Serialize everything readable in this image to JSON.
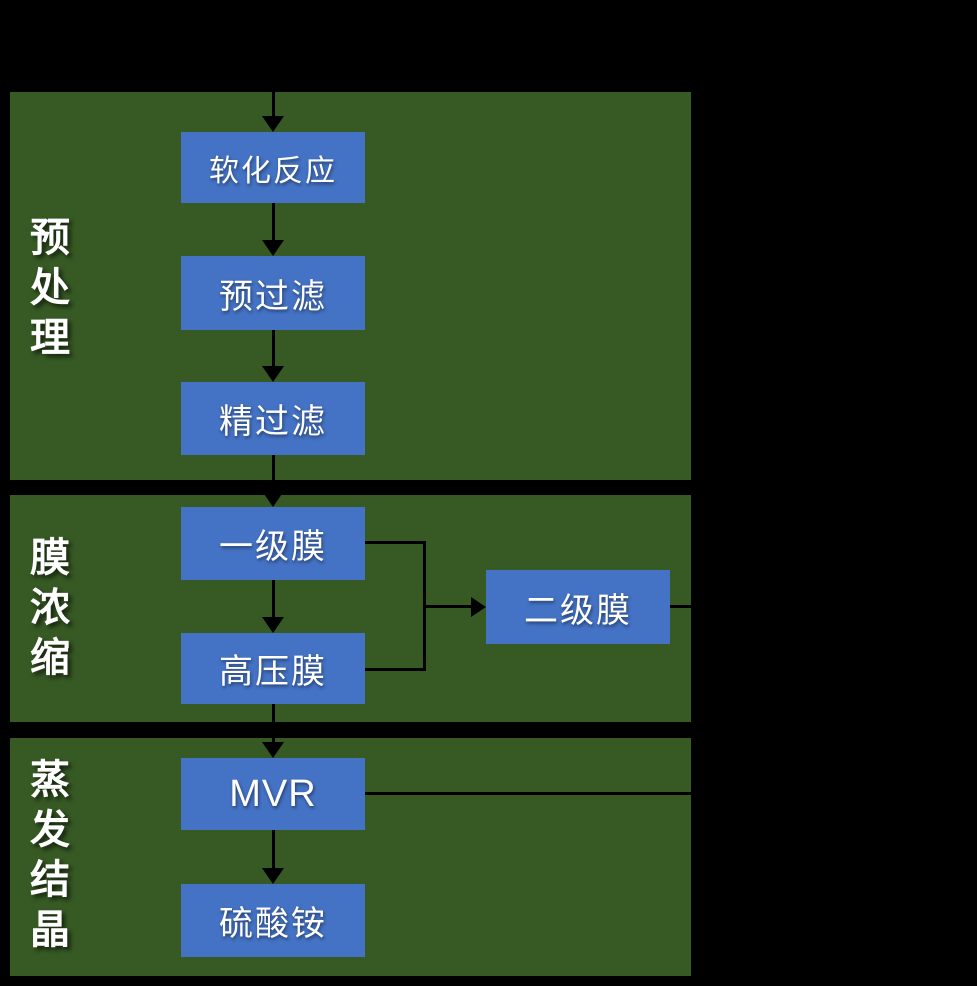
{
  "diagram": {
    "type": "flowchart",
    "colors": {
      "background": "#000000",
      "panel": "#375A24",
      "node": "#4472C4",
      "line": "#000000",
      "text": "#FFFFFF"
    },
    "sections": [
      {
        "label": "预处理",
        "nodes": [
          {
            "label": "软化反应"
          },
          {
            "label": "预过滤"
          },
          {
            "label": "精过滤"
          }
        ]
      },
      {
        "label": "膜浓缩",
        "nodes": [
          {
            "label": "一级膜"
          },
          {
            "label": "高压膜"
          },
          {
            "label": "二级膜"
          }
        ]
      },
      {
        "label": "蒸发结晶",
        "nodes": [
          {
            "label": "MVR"
          },
          {
            "label": "硫酸铵"
          }
        ]
      }
    ],
    "edges": [
      {
        "from": "(top inlet)",
        "to": "软化反应",
        "arrow": true
      },
      {
        "from": "软化反应",
        "to": "预过滤",
        "arrow": true
      },
      {
        "from": "预过滤",
        "to": "精过滤",
        "arrow": true
      },
      {
        "from": "精过滤",
        "to": "一级膜",
        "arrow": true
      },
      {
        "from": "一级膜",
        "to": "高压膜",
        "arrow": true
      },
      {
        "from": "一级膜",
        "to": "二级膜",
        "arrow": true
      },
      {
        "from": "高压膜",
        "to": "二级膜",
        "arrow": true
      },
      {
        "from": "二级膜",
        "to": "(right outlet)",
        "arrow": false
      },
      {
        "from": "高压膜",
        "to": "MVR",
        "arrow": true
      },
      {
        "from": "MVR",
        "to": "(right outlet)",
        "arrow": false
      },
      {
        "from": "MVR",
        "to": "硫酸铵",
        "arrow": true
      }
    ]
  }
}
